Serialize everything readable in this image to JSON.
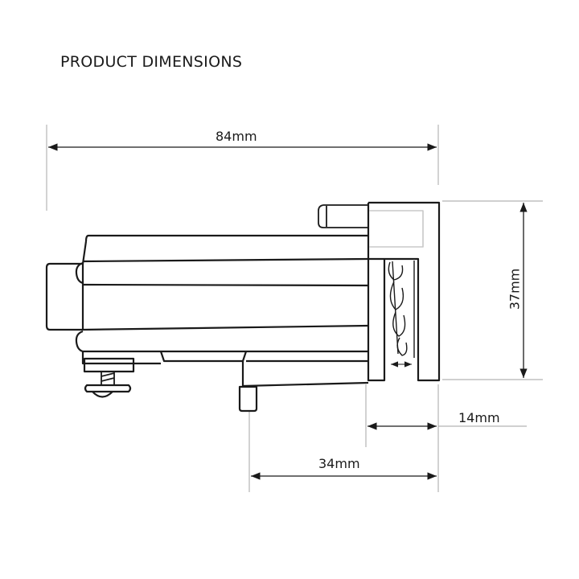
{
  "title": "PRODUCT DIMENSIONS",
  "dimensions": {
    "overall_width": "84mm",
    "height": "37mm",
    "depth_bracket": "14mm",
    "depth_front": "34mm"
  },
  "colors": {
    "line": "#1a1a1a",
    "dim_line": "#b5b5b5"
  }
}
